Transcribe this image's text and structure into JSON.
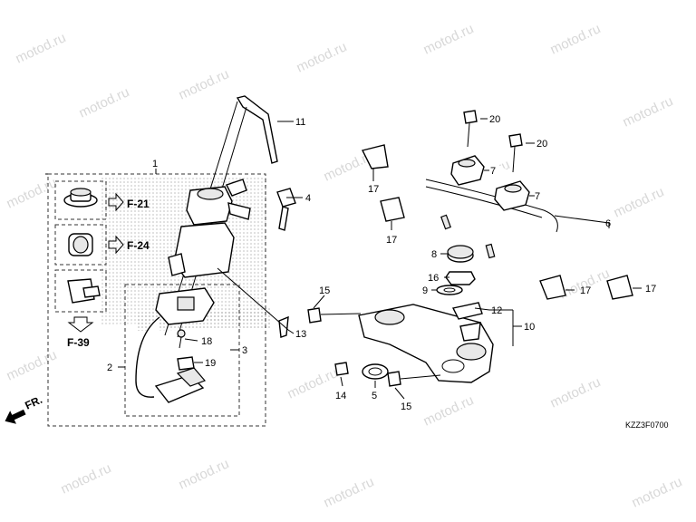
{
  "watermark": "motod.ru",
  "diagram_code": "KZZ3F0700",
  "front_indicator": "FR.",
  "references": [
    "F-21",
    "F-24",
    "F-39"
  ],
  "callouts": [
    "1",
    "2",
    "3",
    "4",
    "5",
    "6",
    "7",
    "7",
    "8",
    "9",
    "10",
    "11",
    "12",
    "13",
    "14",
    "15",
    "15",
    "16",
    "17",
    "17",
    "17",
    "17",
    "18",
    "19",
    "20",
    "20"
  ],
  "colors": {
    "line": "#000000",
    "watermark": "#d8d8d8",
    "hatch": "#c8c8c8"
  }
}
